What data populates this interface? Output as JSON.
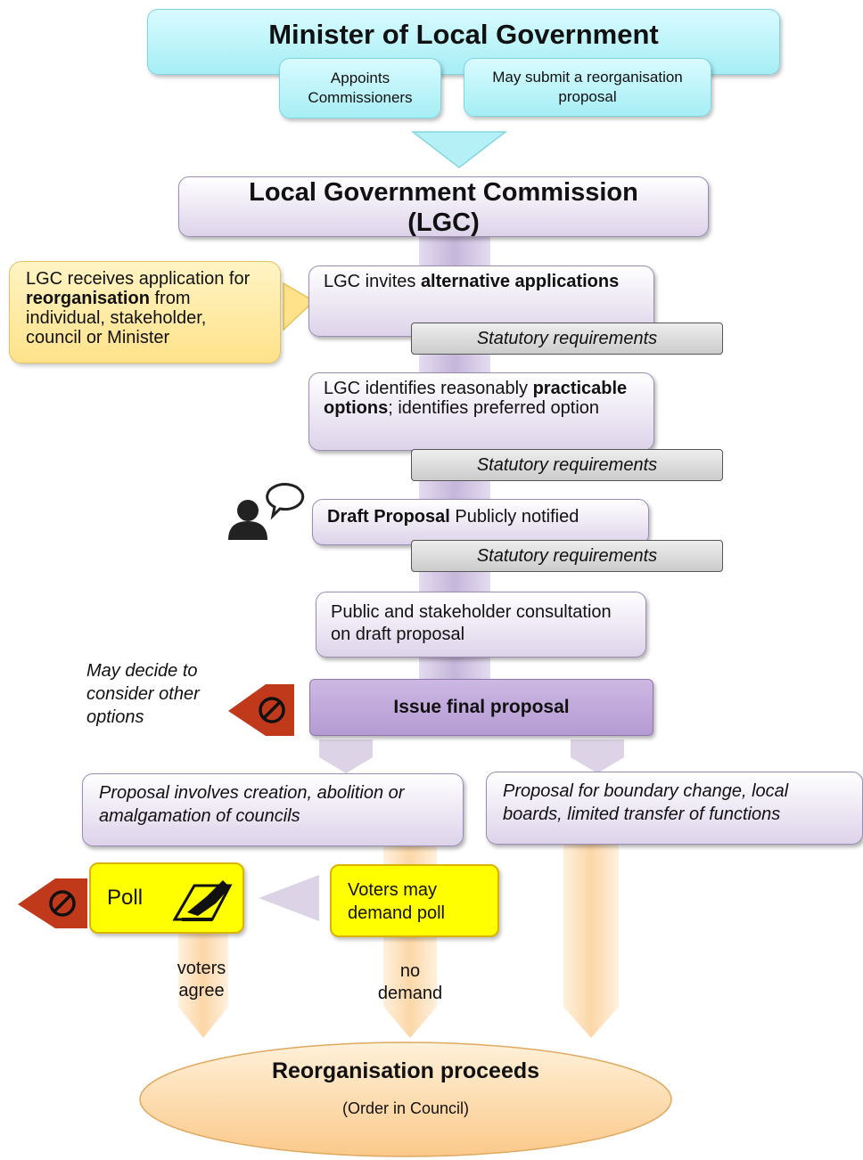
{
  "minister": {
    "title": "Minister of  Local Government",
    "appoints": "Appoints Commissioners",
    "submit": "May submit a reorganisation proposal"
  },
  "lgc": {
    "title_line1": "Local Government Commission",
    "title_line2": "(LGC)"
  },
  "receives": {
    "pre": "LGC receives application for ",
    "bold": "reorganisation",
    "post": " from individual, stakeholder, council or Minister"
  },
  "step1": {
    "pre": "LGC invites ",
    "bold": "alternative applications"
  },
  "step2": {
    "pre": "LGC identifies reasonably ",
    "bold": "practicable options",
    "post": "; identifies preferred option"
  },
  "step3": {
    "bold": "Draft Proposal",
    "post": " Publicly notified"
  },
  "statutory": [
    "Statutory requirements",
    "Statutory requirements",
    "Statutory requirements"
  ],
  "consultation": "Public and stakeholder consultation on draft proposal",
  "reconsider": "May decide to consider other options",
  "final": "Issue final proposal",
  "branch_left": "Proposal involves creation, abolition or  amalgamation of councils",
  "branch_right": "Proposal for boundary change, local boards, limited transfer of functions",
  "poll": "Poll",
  "voters_demand": "Voters may demand poll",
  "voters_agree": "voters agree",
  "no_demand": "no demand",
  "outcome": {
    "title": "Reorganisation proceeds",
    "subtitle": "(Order in Council)"
  },
  "colors": {
    "cyan": "#a6eef5",
    "purple": "#b59bd3",
    "yellow": "#ffff00",
    "stop": "#c0391b",
    "peach": "#fcd7a8"
  },
  "icons": [
    "person-speech-icon",
    "stop-icon",
    "voting-hand-icon"
  ]
}
